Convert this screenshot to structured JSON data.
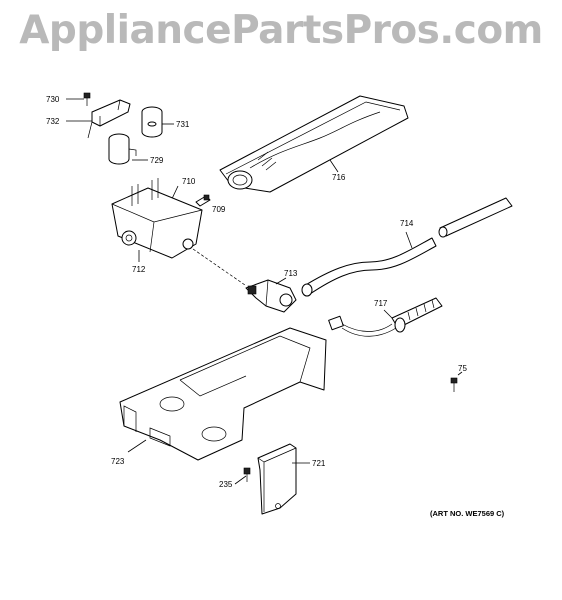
{
  "watermark": "AppliancePartsPros.com",
  "art_number": "(ART NO. WE7569 C)",
  "parts": {
    "p730": "730",
    "p732": "732",
    "p731": "731",
    "p729": "729",
    "p710": "710",
    "p709": "709",
    "p712": "712",
    "p716": "716",
    "p714": "714",
    "p713": "713",
    "p717": "717",
    "p75": "75",
    "p723": "723",
    "p721": "721",
    "p235": "235"
  }
}
